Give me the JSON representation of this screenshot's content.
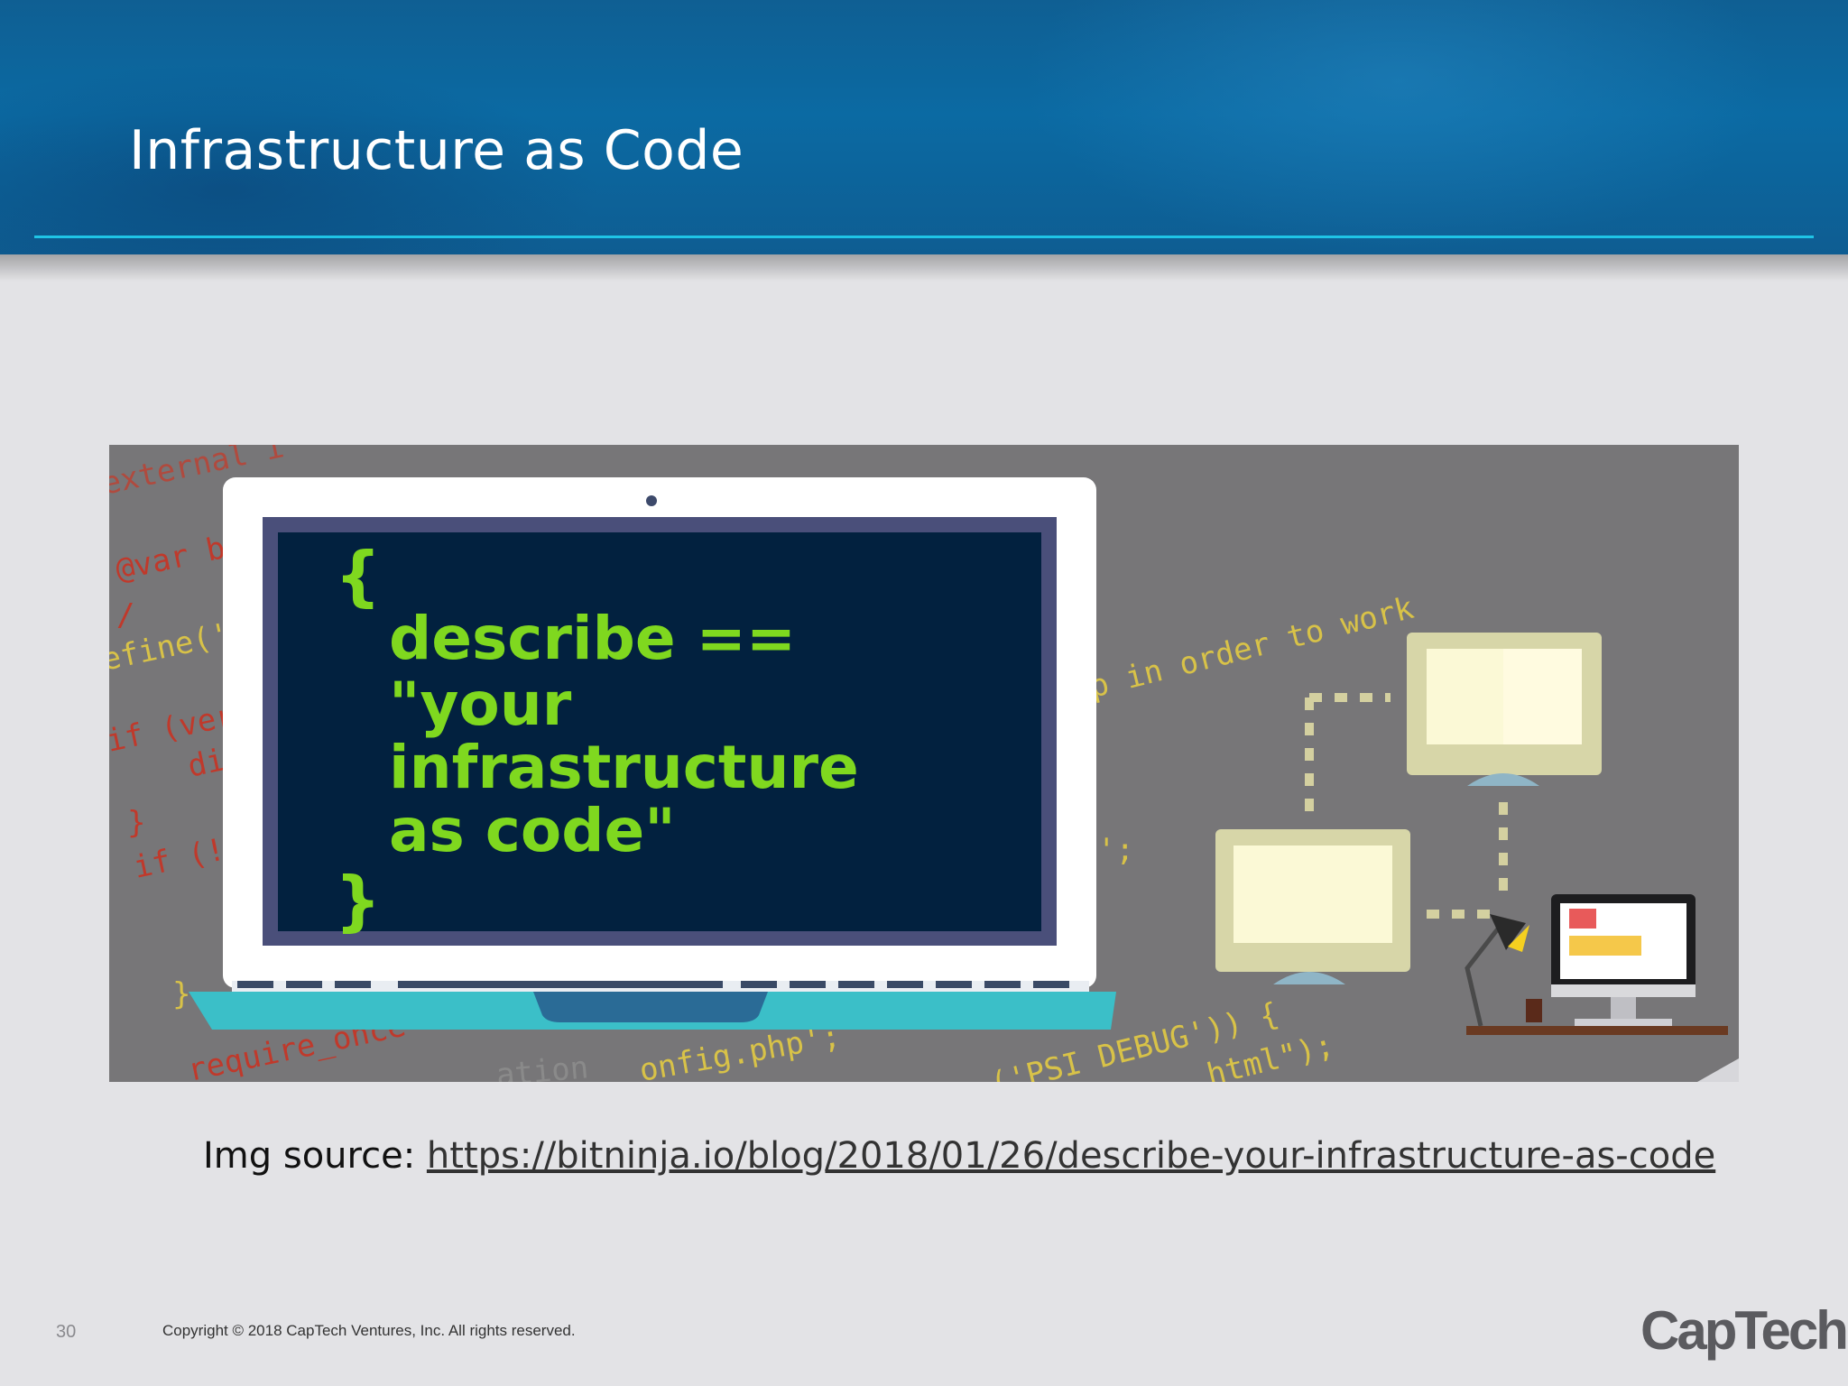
{
  "slide": {
    "title": "Infrastructure as Code",
    "number": "30",
    "copyright": "Copyright © 2018 CapTech Ventures, Inc. All rights reserved.",
    "logo": "CapTech."
  },
  "source": {
    "label": "Img source:",
    "url": "https://bitninja.io/blog/2018/01/26/describe-your-infrastructure-as-code"
  },
  "illustration": {
    "screen_text": [
      "{",
      "describe ==",
      "\"your",
      "infrastructure",
      "as code\"",
      "}"
    ],
    "background_code": [
      "external i",
      "@var b",
      "/",
      "efine('",
      "if (ver",
      "di",
      "}",
      "if (!",
      "}",
      "require_once",
      "ation",
      "onfig.php';",
      "p in order to work",
      "';",
      "('PSI DEBUG')) {",
      "html\");"
    ],
    "colors": {
      "background": "#777678",
      "screen": "#02213f",
      "screen_text": "#7fd81f",
      "code_red": "#c0392b",
      "code_yellow": "#d8c248",
      "base": "#3bbfc8"
    }
  },
  "colors": {
    "header": "#0b6aa3",
    "rule": "#1fc4e6",
    "body_bg": "#e3e3e6"
  }
}
